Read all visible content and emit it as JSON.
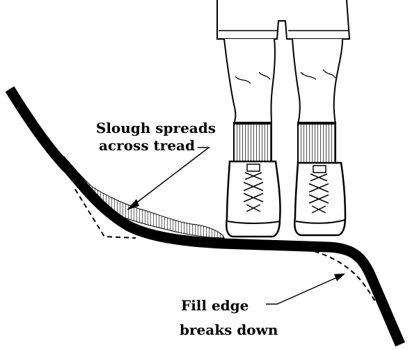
{
  "labels": {
    "slough_line1": "Slough spreads",
    "slough_line2": "across tread",
    "fill_line1": "Fill edge",
    "fill_line2": "breaks down"
  }
}
